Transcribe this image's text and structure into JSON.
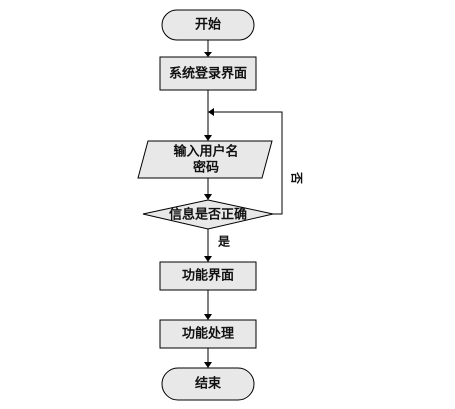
{
  "nodes": {
    "start": "开始",
    "login": "系统登录界面",
    "input_line1": "输入用户名",
    "input_line2": "密码",
    "decision": "信息是否正确",
    "function_ui": "功能界面",
    "function_process": "功能处理",
    "end": "结束"
  },
  "edges": {
    "no_label": "否",
    "yes_label": "是"
  },
  "colors": {
    "shape_fill": "#e8e8e8",
    "stroke": "#000000",
    "text": "#111111",
    "background": "#ffffff"
  }
}
